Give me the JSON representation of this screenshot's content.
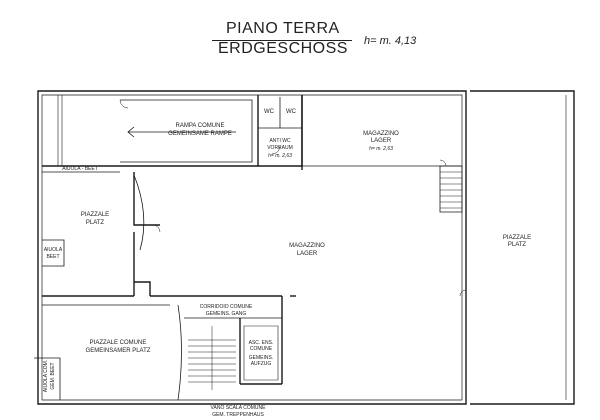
{
  "title": {
    "line1": "PIANO TERRA",
    "line2": "ERDGESCHOSS",
    "height_note": "h= m. 4,13"
  },
  "rooms": {
    "ramp": {
      "line1": "RAMPA COMUNE",
      "line2": "GEMEINSAME RAMPE"
    },
    "wc1": "WC",
    "wc2": "WC",
    "anti_wc": {
      "line1": "ANTI WC",
      "line2": "VORRAUM",
      "height": "h= m. 2,63"
    },
    "storage_small": {
      "line1": "MAGAZZINO",
      "line2": "LAGER",
      "height": "h= m. 2,63"
    },
    "flowerbed_strip": "AIUOLA - BEET",
    "courtyard_left": {
      "line1": "PIAZZALE",
      "line2": "PLATZ"
    },
    "flowerbed_left": {
      "line1": "AIUOLA",
      "line2": "BEET"
    },
    "storage_main": {
      "line1": "MAGAZZINO",
      "line2": "LAGER"
    },
    "courtyard_right": {
      "line1": "PIAZZALE",
      "line2": "PLATZ"
    },
    "corridor": {
      "line1": "CORRIDOIO COMUNE",
      "line2": "GEMEINS. GANG"
    },
    "courtyard_common": {
      "line1": "PIAZZALE COMUNE",
      "line2": "GEMEINSAMER PLATZ"
    },
    "lift": {
      "line1": "ASC. ENS.",
      "line2": "COMUNE",
      "line3": "GEMEINS.",
      "line4": "AUFZUG"
    },
    "flowerbed_common": {
      "line1": "AIUOLA COM.",
      "line2": "GEM. BEET"
    },
    "stairwell": {
      "line1": "VANO SCALA COMUNE",
      "line2": "GEM. TREPPENHAUS"
    }
  }
}
